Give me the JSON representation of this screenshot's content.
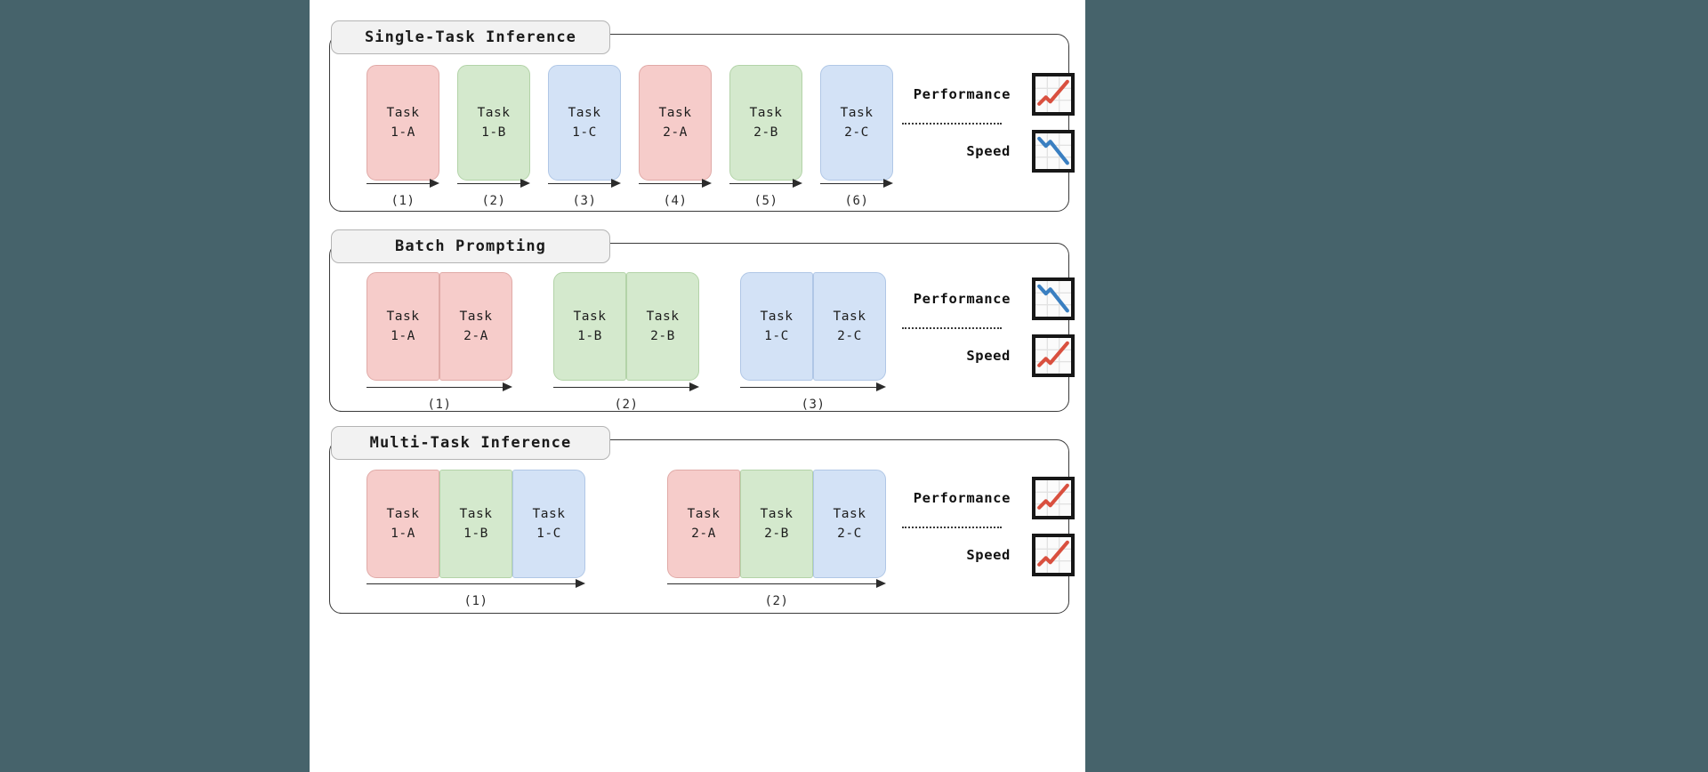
{
  "figure": {
    "background": "#ffffff",
    "page_background": "#46636b",
    "palette": {
      "red": "#f6ccca",
      "green": "#d4e9cd",
      "blue": "#d3e2f6",
      "trend_up": "#d9503f",
      "trend_down": "#3a7fc1",
      "panel_border": "#3a3a3a",
      "title_fill": "#f2f2f2"
    }
  },
  "panels": [
    {
      "id": "single-task-inference",
      "title": "Single-Task Inference",
      "groups": [
        {
          "cards": [
            {
              "l1": "Task",
              "l2": "1-A",
              "color": "red"
            }
          ]
        },
        {
          "cards": [
            {
              "l1": "Task",
              "l2": "1-B",
              "color": "green"
            }
          ]
        },
        {
          "cards": [
            {
              "l1": "Task",
              "l2": "1-C",
              "color": "blue"
            }
          ]
        },
        {
          "cards": [
            {
              "l1": "Task",
              "l2": "2-A",
              "color": "red"
            }
          ]
        },
        {
          "cards": [
            {
              "l1": "Task",
              "l2": "2-B",
              "color": "green"
            }
          ]
        },
        {
          "cards": [
            {
              "l1": "Task",
              "l2": "2-C",
              "color": "blue"
            }
          ]
        }
      ],
      "steps": [
        "(1)",
        "(2)",
        "(3)",
        "(4)",
        "(5)",
        "(6)"
      ],
      "metrics": [
        {
          "label": "Performance",
          "icon": "trend-up-chart-icon",
          "direction": "up"
        },
        {
          "label": "Speed",
          "icon": "trend-down-chart-icon",
          "direction": "down"
        }
      ]
    },
    {
      "id": "batch-prompting",
      "title": "Batch Prompting",
      "groups": [
        {
          "cards": [
            {
              "l1": "Task",
              "l2": "1-A",
              "color": "red"
            },
            {
              "l1": "Task",
              "l2": "2-A",
              "color": "red"
            }
          ]
        },
        {
          "cards": [
            {
              "l1": "Task",
              "l2": "1-B",
              "color": "green"
            },
            {
              "l1": "Task",
              "l2": "2-B",
              "color": "green"
            }
          ]
        },
        {
          "cards": [
            {
              "l1": "Task",
              "l2": "1-C",
              "color": "blue"
            },
            {
              "l1": "Task",
              "l2": "2-C",
              "color": "blue"
            }
          ]
        }
      ],
      "steps": [
        "(1)",
        "(2)",
        "(3)"
      ],
      "metrics": [
        {
          "label": "Performance",
          "icon": "trend-down-chart-icon",
          "direction": "down"
        },
        {
          "label": "Speed",
          "icon": "trend-up-chart-icon",
          "direction": "up"
        }
      ]
    },
    {
      "id": "multi-task-inference",
      "title": "Multi-Task Inference",
      "groups": [
        {
          "cards": [
            {
              "l1": "Task",
              "l2": "1-A",
              "color": "red"
            },
            {
              "l1": "Task",
              "l2": "1-B",
              "color": "green"
            },
            {
              "l1": "Task",
              "l2": "1-C",
              "color": "blue"
            }
          ]
        },
        {
          "cards": [
            {
              "l1": "Task",
              "l2": "2-A",
              "color": "red"
            },
            {
              "l1": "Task",
              "l2": "2-B",
              "color": "green"
            },
            {
              "l1": "Task",
              "l2": "2-C",
              "color": "blue"
            }
          ]
        }
      ],
      "steps": [
        "(1)",
        "(2)"
      ],
      "metrics": [
        {
          "label": "Performance",
          "icon": "trend-up-chart-icon",
          "direction": "up"
        },
        {
          "label": "Speed",
          "icon": "trend-up-chart-icon",
          "direction": "up"
        }
      ]
    }
  ]
}
